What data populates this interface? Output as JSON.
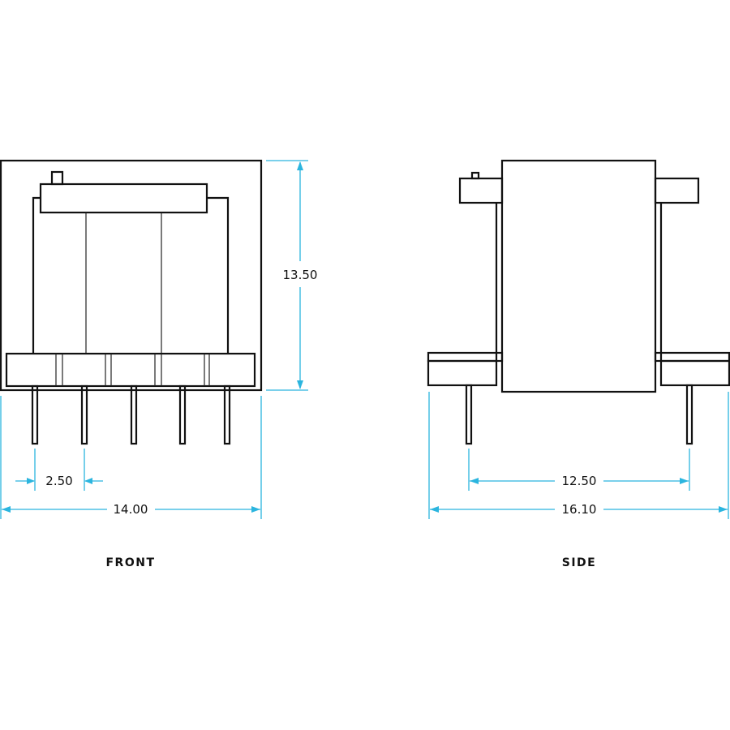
{
  "views": {
    "front": {
      "label": "FRONT",
      "dimensions": {
        "height": "13.50",
        "pin_pitch": "2.50",
        "width": "14.00"
      }
    },
    "side": {
      "label": "SIDE",
      "dimensions": {
        "pin_span": "12.50",
        "width": "16.10"
      }
    }
  },
  "colors": {
    "dimension": "#2bb5df",
    "outline": "#111111"
  }
}
